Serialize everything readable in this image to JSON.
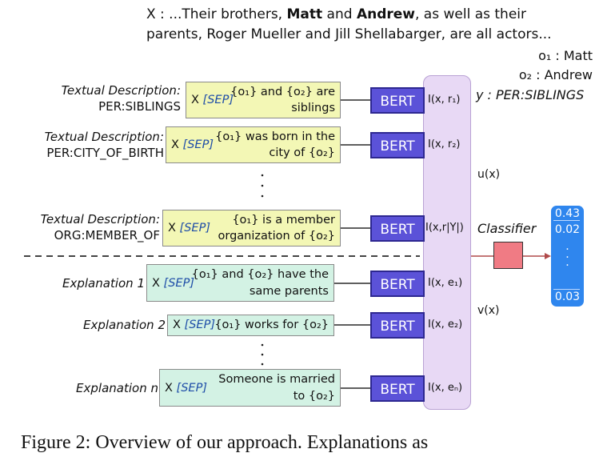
{
  "sentence": {
    "line1_prefix": "X : ...Their brothers, ",
    "entity1": "Matt",
    "line1_and": " and ",
    "entity2": "Andrew",
    "line1_suffix": ", as well as their",
    "line2": "parents, Roger Mueller and Jill Shellabarger, are all actors..."
  },
  "entities": {
    "o1": "o₁ : Matt",
    "o2": "o₂ : Andrew",
    "y": "y : PER:SIBLINGS"
  },
  "descriptions": [
    {
      "label1": "Textual Description:",
      "label2": "PER:SIBLINGS",
      "x": "X",
      "sep": "[SEP]",
      "tpl1": "{o₁} and {o₂} are",
      "tpl2": "siblings",
      "rep": "I(x, r₁)"
    },
    {
      "label1": "Textual Description:",
      "label2": "PER:CITY_OF_BIRTH",
      "x": "X",
      "sep": "[SEP]",
      "tpl1": "{o₁} was born in the",
      "tpl2": "city of {o₂}",
      "rep": "I(x, r₂)"
    },
    {
      "label1": "Textual Description:",
      "label2": "ORG:MEMBER_OF",
      "x": "X",
      "sep": "[SEP]",
      "tpl1": "{o₁} is a member",
      "tpl2": "organization of {o₂}",
      "rep": "I(x,r|Y|)"
    }
  ],
  "explanations": [
    {
      "label": "Explanation 1",
      "x": "X",
      "sep": "[SEP]",
      "tpl1": "{o₁} and {o₂} have the",
      "tpl2": "same parents",
      "rep": "I(x, e₁)"
    },
    {
      "label": "Explanation 2",
      "x": "X",
      "sep": "[SEP]",
      "tpl1": "{o₁} works for {o₂}",
      "tpl2": "",
      "rep": "I(x, e₂)"
    },
    {
      "label": "Explanation n",
      "x": "X",
      "sep": "[SEP]",
      "tpl1": "Someone is married",
      "tpl2": "to {o₂}",
      "rep": "I(x, eₙ)"
    }
  ],
  "encoder_label": "BERT",
  "u_label": "u(x)",
  "v_label": "v(x)",
  "classifier_label": "Classifier",
  "outputs": {
    "v1": "0.43",
    "v2": "0.02",
    "v3": "0.03"
  },
  "caption": "Figure 2: Overview of our approach. Explanations as",
  "colors": {
    "bert": "#5b52d8",
    "yellow": "#f3f7b5",
    "green": "#d3f2e4",
    "column": "#e8d9f5",
    "classifier": "#f07b84",
    "output": "#2f86ee",
    "sep": "#1f4ea8"
  }
}
